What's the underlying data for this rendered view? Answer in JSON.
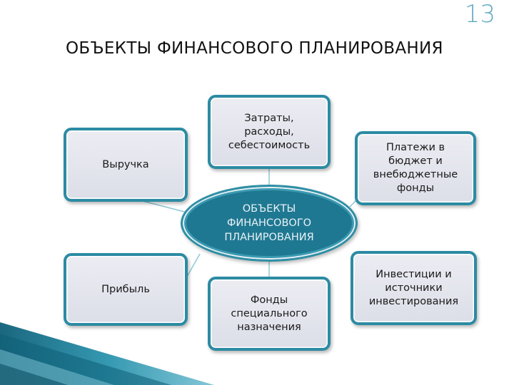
{
  "slide": {
    "number": "13",
    "title": "ОБЪЕКТЫ ФИНАНСОВОГО ПЛАНИРОВАНИЯ"
  },
  "diagram": {
    "center": "ОБЪЕКТЫ\nФИНАНСОВОГО\nПЛАНИРОВАНИЯ",
    "nodes": {
      "costs": "Затраты,\nрасходы,\nсебестоимость",
      "revenue": "Выручка",
      "payments": "Платежи в\nбюджет и\nвнебюджетные\nфонды",
      "profit": "Прибыль",
      "funds": "Фонды\nспециального\nназначения",
      "investments": "Инвестиции и\nисточники\nинвестирования"
    }
  }
}
